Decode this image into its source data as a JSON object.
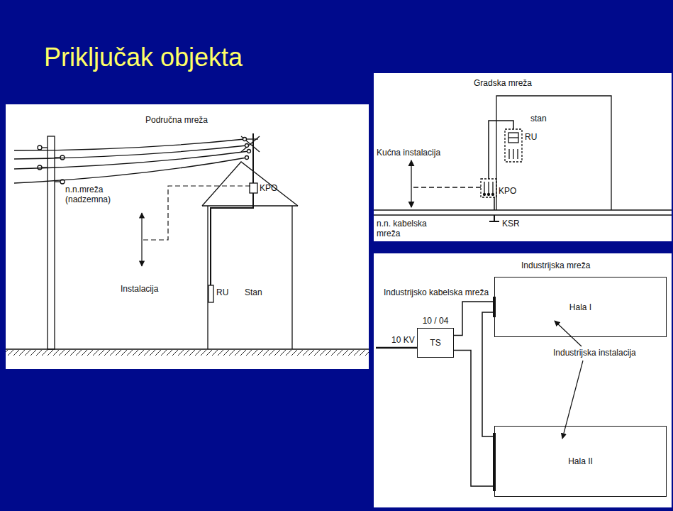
{
  "diagram": {
    "title": "Priključak objekta",
    "nodes": [
      {
        "text": [
          "Hala I"
        ]
      },
      {
        "text": [
          "10 / 04",
          "TS"
        ]
      },
      {
        "text": [
          "Hala II"
        ]
      }
    ],
    "edges": [
      {
        "from": 1,
        "to": 0,
        "arrow": "none",
        "label": "Industrijsko kabelska mreža"
      },
      {
        "from": 1,
        "to": 2,
        "arrow": "none"
      },
      {
        "from": 0,
        "to": 2,
        "arrow": "none"
      }
    ],
    "labels": [
      "Područna mreža",
      "n.n.mreža (nadzemna)",
      "KPO",
      "Instalacija",
      "RU",
      "Stan",
      "Gradska mreža",
      "stan",
      "Kućna instalacija",
      "RU",
      "KPO",
      "n.n. kabelska mreža",
      "KSR",
      "Industrijska mreža",
      "Industrijska instalacija",
      "10 KV"
    ]
  }
}
